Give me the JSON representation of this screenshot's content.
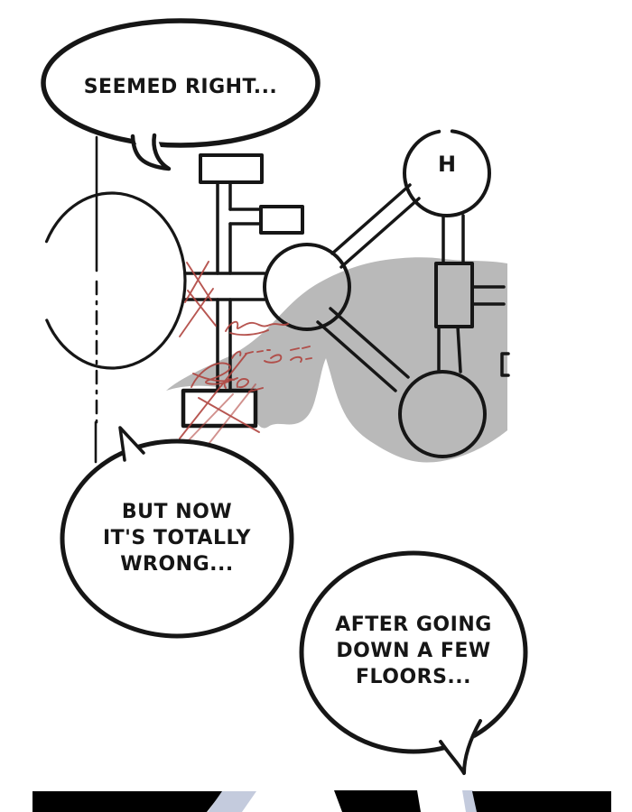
{
  "comic": {
    "bubble1": {
      "text": "SEEMED RIGHT..."
    },
    "bubble2": {
      "line1": "BUT NOW",
      "line2": "IT'S TOTALLY",
      "line3": "WRONG..."
    },
    "bubble3": {
      "line1": "AFTER GOING",
      "line2": "DOWN A FEW",
      "line3": "FLOORS..."
    },
    "map": {
      "stairs_label": "H"
    },
    "colors": {
      "ink": "#161616",
      "shadow_gray": "#b9b9b9",
      "annotation_red": "#b0443f",
      "bar_black": "#000000",
      "bar_lavender": "#c4cbdd",
      "paper_white": "#ffffff"
    }
  }
}
